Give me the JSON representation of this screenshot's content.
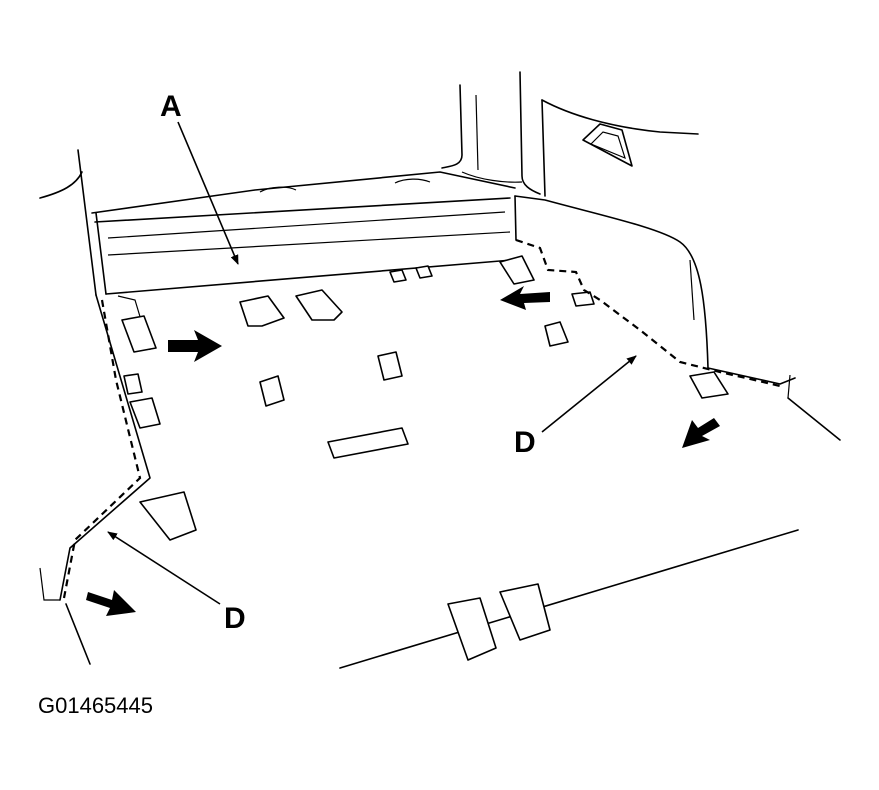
{
  "callouts": {
    "a": "A",
    "d_right": "D",
    "d_left": "D"
  },
  "figure_id": "G01465445"
}
